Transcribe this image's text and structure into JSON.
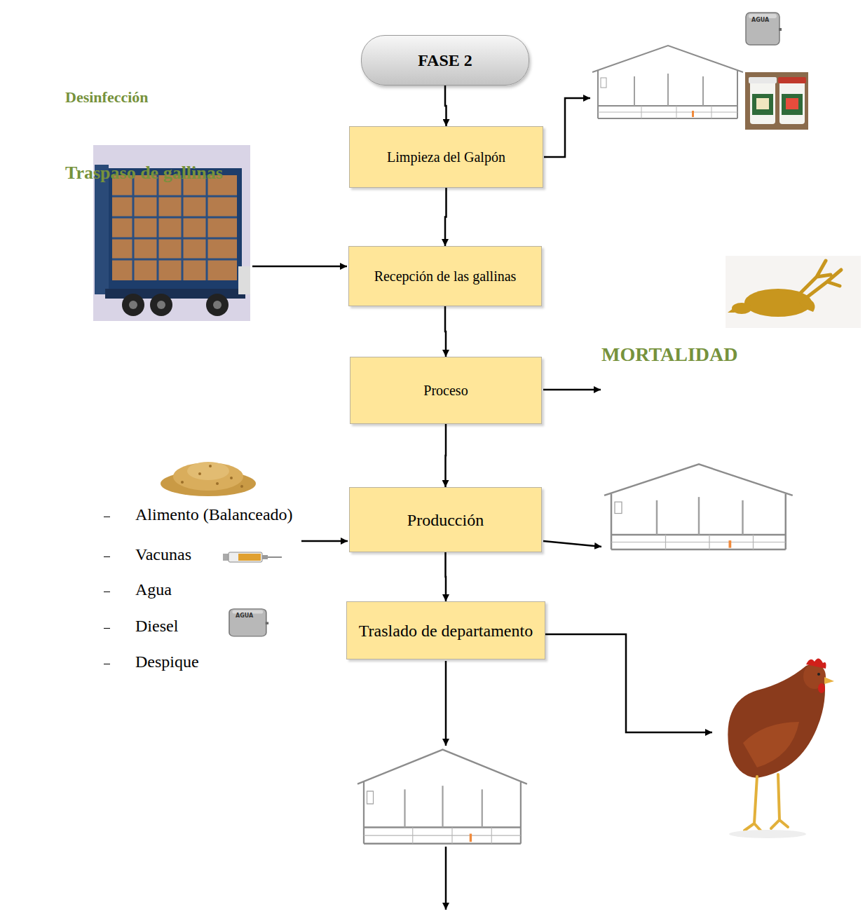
{
  "diagram": {
    "nodes": [
      {
        "text": [
          "FASE 2"
        ]
      },
      {
        "text": [
          "Limpieza del Galpón"
        ]
      },
      {
        "text": [
          "Recepción de las gallinas"
        ]
      },
      {
        "text": [
          "Proceso"
        ]
      },
      {
        "text": [
          "Producción"
        ]
      },
      {
        "text": [
          "Traslado de departamento"
        ]
      }
    ],
    "edges": [
      {
        "from": 0,
        "to": 1,
        "arrow": "to"
      },
      {
        "from": 1,
        "to": 2,
        "arrow": "to"
      },
      {
        "from": 2,
        "to": 3,
        "arrow": "to"
      },
      {
        "from": 3,
        "to": 4,
        "arrow": "to"
      },
      {
        "from": 4,
        "to": 5,
        "arrow": "to"
      }
    ],
    "labels": [
      "AGUA",
      "Desinfección",
      "Traspaso de gallinas",
      "MORTALIDAD",
      "Alimento (Balanceado)",
      "Vacunas",
      "Agua",
      "Diesel",
      "Despique",
      "AGUA"
    ]
  }
}
